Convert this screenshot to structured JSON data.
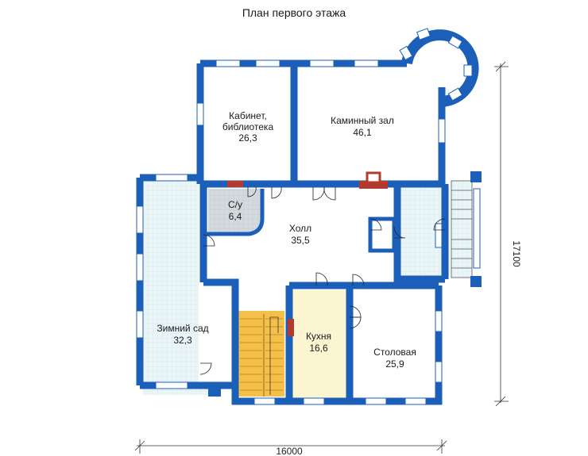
{
  "title": "План первого этажа",
  "rooms": {
    "study": {
      "name_line1": "Кабинет,",
      "name_line2": "библиотека",
      "area": "26,3"
    },
    "fireplace": {
      "name": "Каминный зал",
      "area": "46,1"
    },
    "wc": {
      "name": "С/у",
      "area": "6,4"
    },
    "hall": {
      "name": "Холл",
      "area": "35,5"
    },
    "winter_garden": {
      "name": "Зимний сад",
      "area": "32,3"
    },
    "kitchen": {
      "name": "Кухня",
      "area": "16,6"
    },
    "dining": {
      "name": "Столовая",
      "area": "25,9"
    }
  },
  "dimensions": {
    "width": "16000",
    "height": "17100"
  },
  "colors": {
    "wall": "#1c5fb8",
    "window": "#ffffff",
    "floor": "#ffffff",
    "tile": "#e9f4f7",
    "wc_floor": "#cfd8dc",
    "stair": "#f4c04a",
    "kitchen_floor": "#fbf5d2",
    "fireplace": "#b33a2e"
  }
}
